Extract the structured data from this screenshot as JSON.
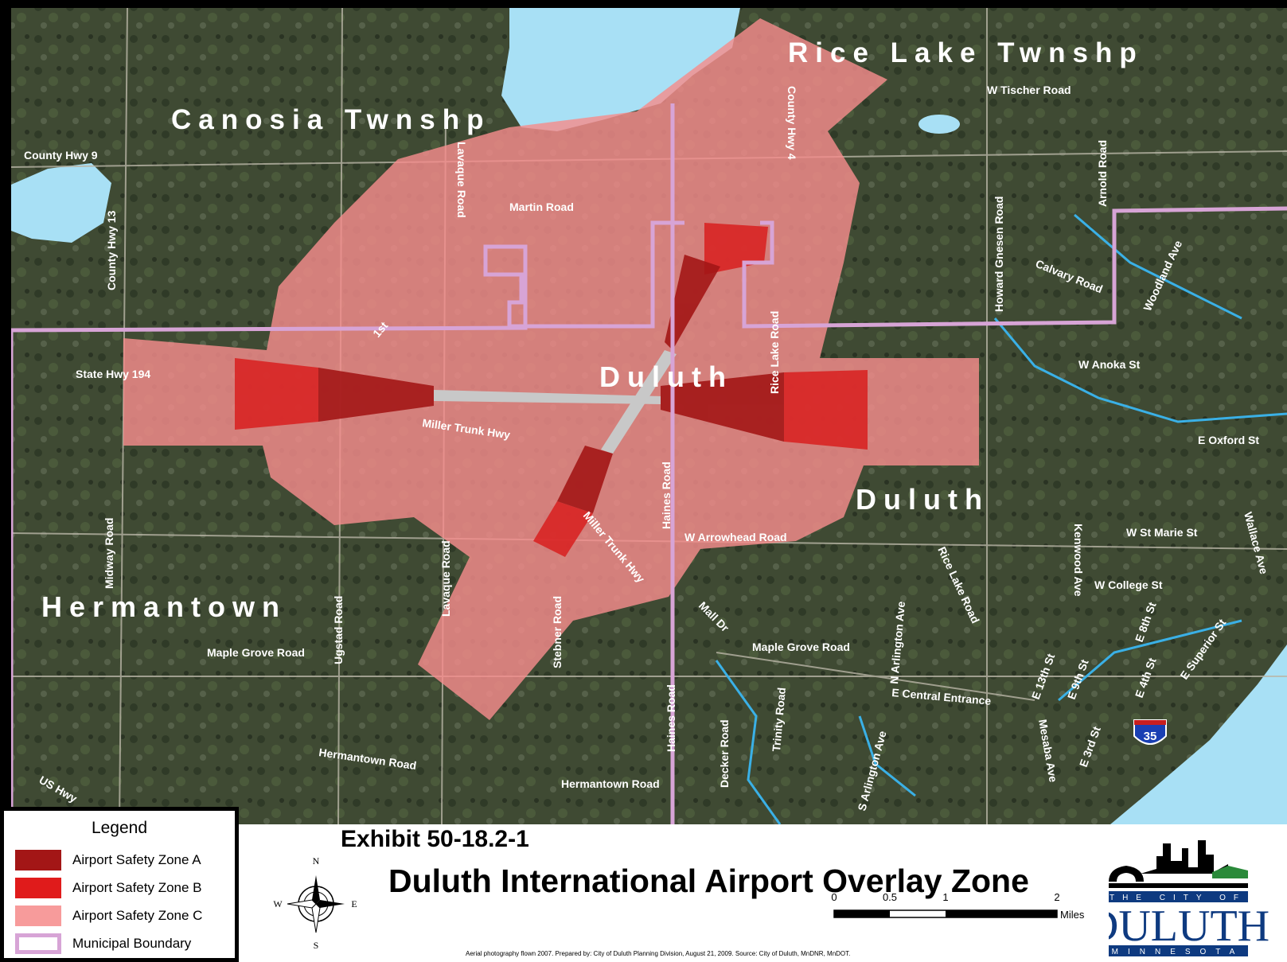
{
  "colors": {
    "zone_a": "#a31616",
    "zone_b": "#d81e1e",
    "zone_c": "#f58c8c",
    "boundary": "#d7a4d6",
    "water": "#a8e0f5",
    "land": "#3f4a33"
  },
  "place_labels": {
    "canosia": "Canosia Twnshp",
    "rice_lake": "Rice Lake Twnshp",
    "duluth_center": "Duluth",
    "duluth_east": "Duluth",
    "hermantown": "Hermantown"
  },
  "road_labels": {
    "county_hwy_9": "County Hwy 9",
    "county_hwy_13": "County Hwy 13",
    "lavaque_road_n": "Lavaque Road",
    "martin_road": "Martin Road",
    "county_hwy_4": "County Hwy 4",
    "w_tischer_road": "W Tischer Road",
    "howard_gnesen_road": "Howard Gnesen Road",
    "arnold_road": "Arnold Road",
    "calvary_road": "Calvary Road",
    "woodland_ave": "Woodland Ave",
    "first": "1st",
    "rice_lake_road": "Rice Lake Road",
    "state_hwy_194": "State Hwy 194",
    "w_anoka_st": "W Anoka St",
    "e_oxford_st": "E Oxford St",
    "miller_trunk_hwy_w": "Miller Trunk Hwy",
    "haines_road_n": "Haines Road",
    "miller_trunk_hwy_s": "Miller Trunk Hwy",
    "w_arrowhead_road": "W Arrowhead Road",
    "midway_road": "Midway Road",
    "lavaque_road_s": "Lavaque Road",
    "ugstad_road": "Ugstad Road",
    "kenwood_ave": "Kenwood Ave",
    "w_st_marie_st": "W St Marie St",
    "wallace_ave": "Wallace Ave",
    "w_college_st": "W College St",
    "rice_lake_road_se": "Rice Lake Road",
    "n_arlington_ave": "N Arlington Ave",
    "mall_dr": "Mall Dr",
    "maple_grove_road_w": "Maple Grove Road",
    "maple_grove_road_e": "Maple Grove Road",
    "stebner_road": "Stebner Road",
    "haines_road_s": "Haines Road",
    "e_central_entrance": "E Central Entrance",
    "e_13th_st": "E 13th St",
    "e_9th_st": "E 9th St",
    "e_8th_st": "E 8th St",
    "e_4th_st": "E 4th St",
    "e_superior_st": "E Superior St",
    "e_3rd_st": "E 3rd St",
    "mesaba_ave": "Mesaba Ave",
    "trinity_road": "Trinity Road",
    "decker_road": "Decker Road",
    "s_arlington_ave": "S Arlington Ave",
    "hermantown_road_w": "Hermantown Road",
    "hermantown_road_e": "Hermantown Road",
    "us_hwy": "US Hwy",
    "i35": "35"
  },
  "legend": {
    "title": "Legend",
    "items": [
      {
        "label": "Airport Safety Zone A",
        "color": "#a31616"
      },
      {
        "label": "Airport Safety Zone B",
        "color": "#e01b1b"
      },
      {
        "label": "Airport Safety Zone C",
        "color": "#f79b9b"
      },
      {
        "label": "Municipal Boundary",
        "color": "#d7a4d6"
      }
    ]
  },
  "exhibit_number": "Exhibit 50-18.2-1",
  "map_title": "Duluth International Airport Overlay Zone",
  "compass": {
    "n": "N",
    "s": "S",
    "e": "E",
    "w": "W"
  },
  "scale": {
    "ticks": [
      "0",
      "0.5",
      "1",
      "2"
    ],
    "unit": "Miles"
  },
  "credits": "Aerial photography flown 2007. Prepared by:  City of Duluth Planning Division, August 21, 2009.  Source:  City of Duluth, MnDNR, MnDOT.",
  "logo": {
    "top": "THE CITY OF",
    "name": "DULUTH",
    "bottom": "MINNESOTA"
  }
}
